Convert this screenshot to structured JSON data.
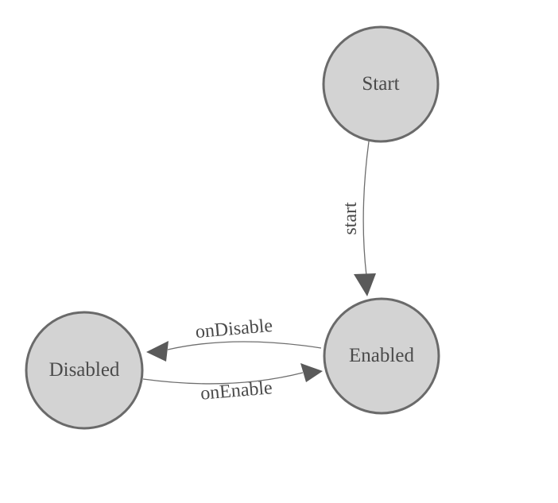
{
  "diagram": {
    "type": "state-machine",
    "background": "#ffffff",
    "colors": {
      "node_fill": "#d3d3d3",
      "node_stroke": "#6a6a6a",
      "edge_stroke": "#6e6e6e",
      "arrow_fill": "#5a5a5a",
      "label_text": "#4a4a4a"
    },
    "nodes": [
      {
        "id": "start",
        "label": "Start"
      },
      {
        "id": "enabled",
        "label": "Enabled"
      },
      {
        "id": "disabled",
        "label": "Disabled"
      }
    ],
    "edges": [
      {
        "id": "start-to-enabled",
        "from": "start",
        "to": "enabled",
        "label": "start"
      },
      {
        "id": "enabled-to-disabled",
        "from": "enabled",
        "to": "disabled",
        "label": "onDisable"
      },
      {
        "id": "disabled-to-enabled",
        "from": "disabled",
        "to": "enabled",
        "label": "onEnable"
      }
    ]
  }
}
